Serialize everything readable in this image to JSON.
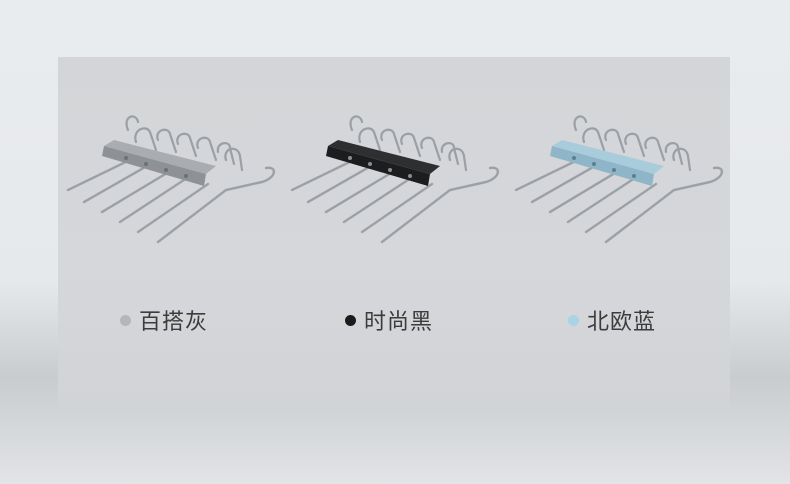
{
  "variants": [
    {
      "label": "百搭灰",
      "dot_color": "#b4b6b8",
      "bar_color": "#a9adb1"
    },
    {
      "label": "时尚黑",
      "dot_color": "#1b1b1b",
      "bar_color": "#2e2f31"
    },
    {
      "label": "北欧蓝",
      "dot_color": "#a9d3e6",
      "bar_color": "#a9ccdc"
    }
  ],
  "product_icon": "pants-hanger-icon"
}
